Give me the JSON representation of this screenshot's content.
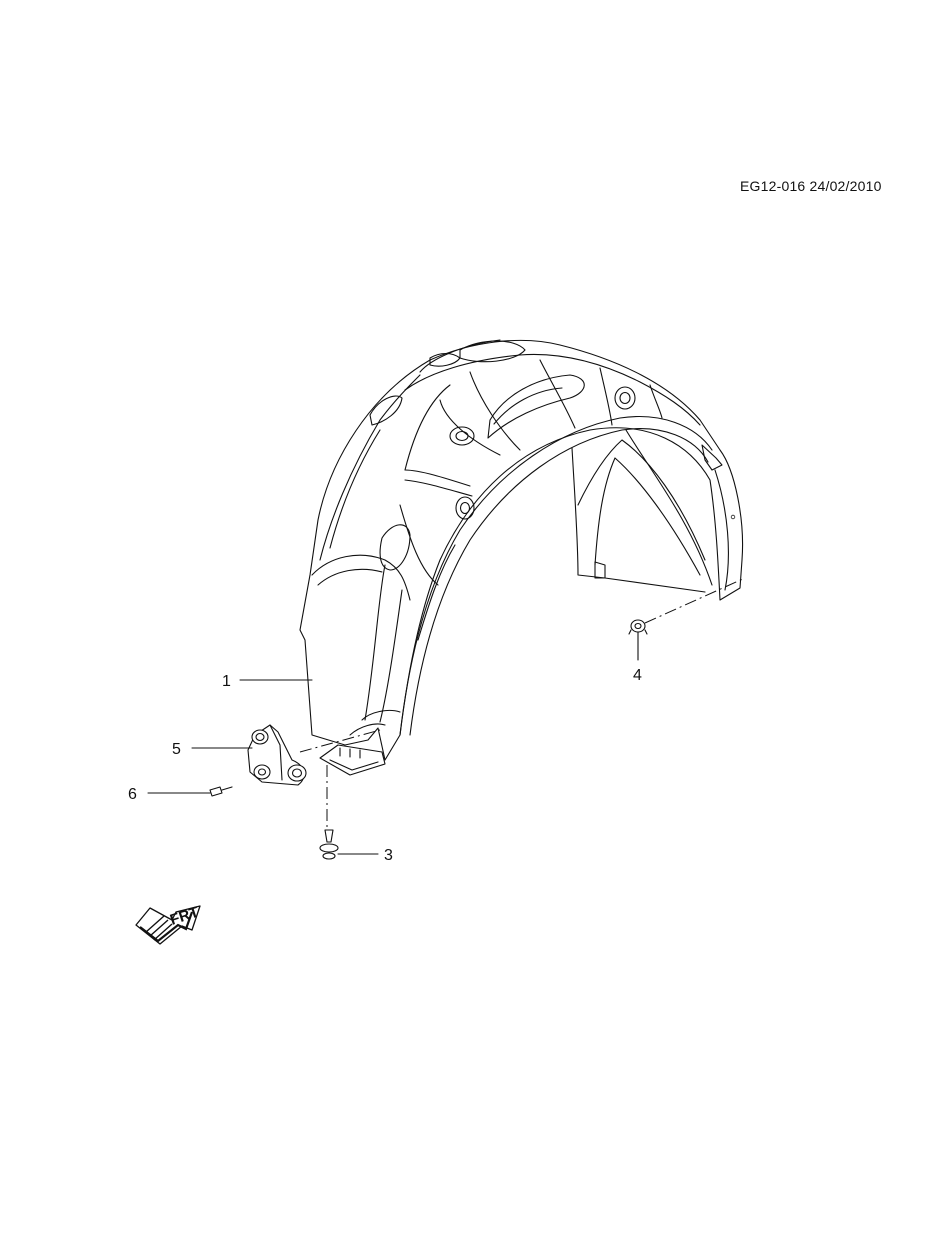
{
  "reference": "EG12-016 24/02/2010",
  "callouts": [
    {
      "id": "1",
      "label": "1"
    },
    {
      "id": "3",
      "label": "3"
    },
    {
      "id": "4",
      "label": "4"
    },
    {
      "id": "5",
      "label": "5"
    },
    {
      "id": "6",
      "label": "6"
    }
  ],
  "direction_marker": {
    "text": "FRT",
    "icon": "front-direction-arrow-icon"
  }
}
